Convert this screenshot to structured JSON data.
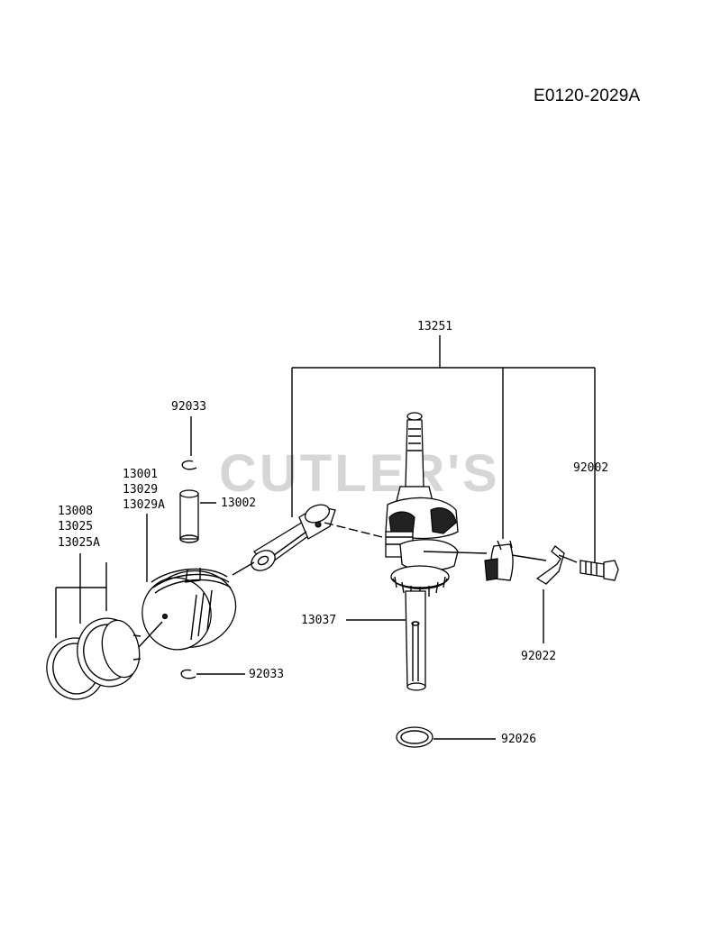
{
  "header": {
    "diagram_code": "E0120-2029A"
  },
  "watermark": {
    "text": "CUTLER'S"
  },
  "labels": {
    "crankshaft_assy": "13251",
    "snap_ring_top": "92033",
    "piston_group": [
      "13001",
      "13029",
      "13029A"
    ],
    "piston_pin": "13002",
    "ring_set": [
      "13008",
      "13025",
      "13025A"
    ],
    "bolt": "92002",
    "crankshaft": "13037",
    "lock_plate": "92022",
    "snap_ring_bottom": "92033",
    "seal_ring": "92026"
  }
}
